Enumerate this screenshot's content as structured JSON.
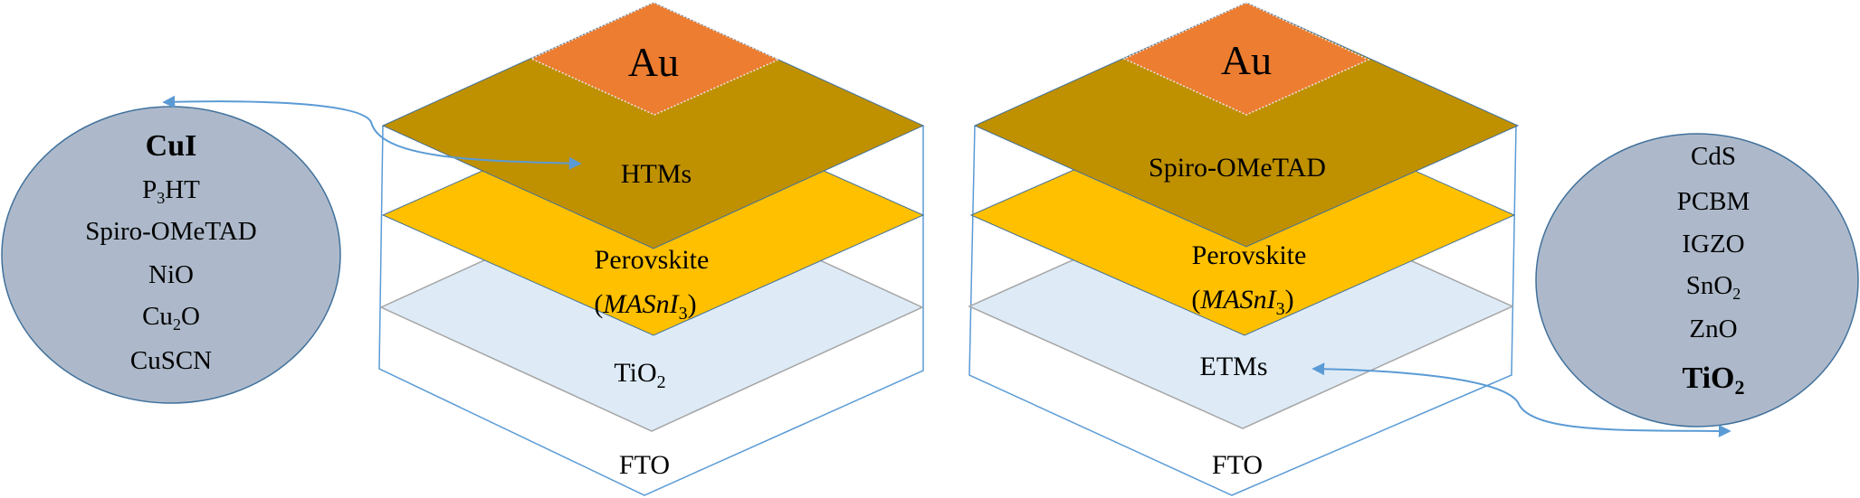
{
  "colors": {
    "au": "#ed7d31",
    "htm": "#bf9000",
    "perovskite": "#ffc000",
    "etm": "#deebf7",
    "outline": "#5b9bd5",
    "ellipse_fill": "#adb9ca",
    "ellipse_stroke": "#41719c"
  },
  "left_stack": {
    "top_contact": "Au",
    "htm_layer": "HTMs",
    "absorber": "Perovskite",
    "absorber_formula": {
      "open": "(",
      "base": "MASnI",
      "sub": "3",
      "close": ")"
    },
    "etm_layer": {
      "base": "TiO",
      "sub": "2"
    },
    "substrate": "FTO"
  },
  "left_list": {
    "items": [
      {
        "base": "CuI",
        "sub": "",
        "rest": "",
        "bold": true
      },
      {
        "base": "P",
        "sub": "3",
        "rest": "HT"
      },
      {
        "base": "Spiro-OMeTAD",
        "sub": "",
        "rest": ""
      },
      {
        "base": "NiO",
        "sub": "",
        "rest": ""
      },
      {
        "base": "Cu",
        "sub": "2",
        "rest": "O"
      },
      {
        "base": "CuSCN",
        "sub": "",
        "rest": ""
      }
    ]
  },
  "right_stack": {
    "top_contact": "Au",
    "htm_layer": "Spiro-OMeTAD",
    "absorber": "Perovskite",
    "absorber_formula": {
      "open": "(",
      "base": "MASnI",
      "sub": "3",
      "close": ")"
    },
    "etm_layer": "ETMs",
    "substrate": "FTO"
  },
  "right_list": {
    "items": [
      {
        "base": "CdS",
        "sub": "",
        "rest": ""
      },
      {
        "base": "PCBM",
        "sub": "",
        "rest": ""
      },
      {
        "base": "IGZO",
        "sub": "",
        "rest": ""
      },
      {
        "base": "SnO",
        "sub": "2",
        "rest": ""
      },
      {
        "base": "ZnO",
        "sub": "",
        "rest": ""
      },
      {
        "base": "TiO",
        "sub": "2",
        "rest": "",
        "bold": true
      }
    ]
  }
}
